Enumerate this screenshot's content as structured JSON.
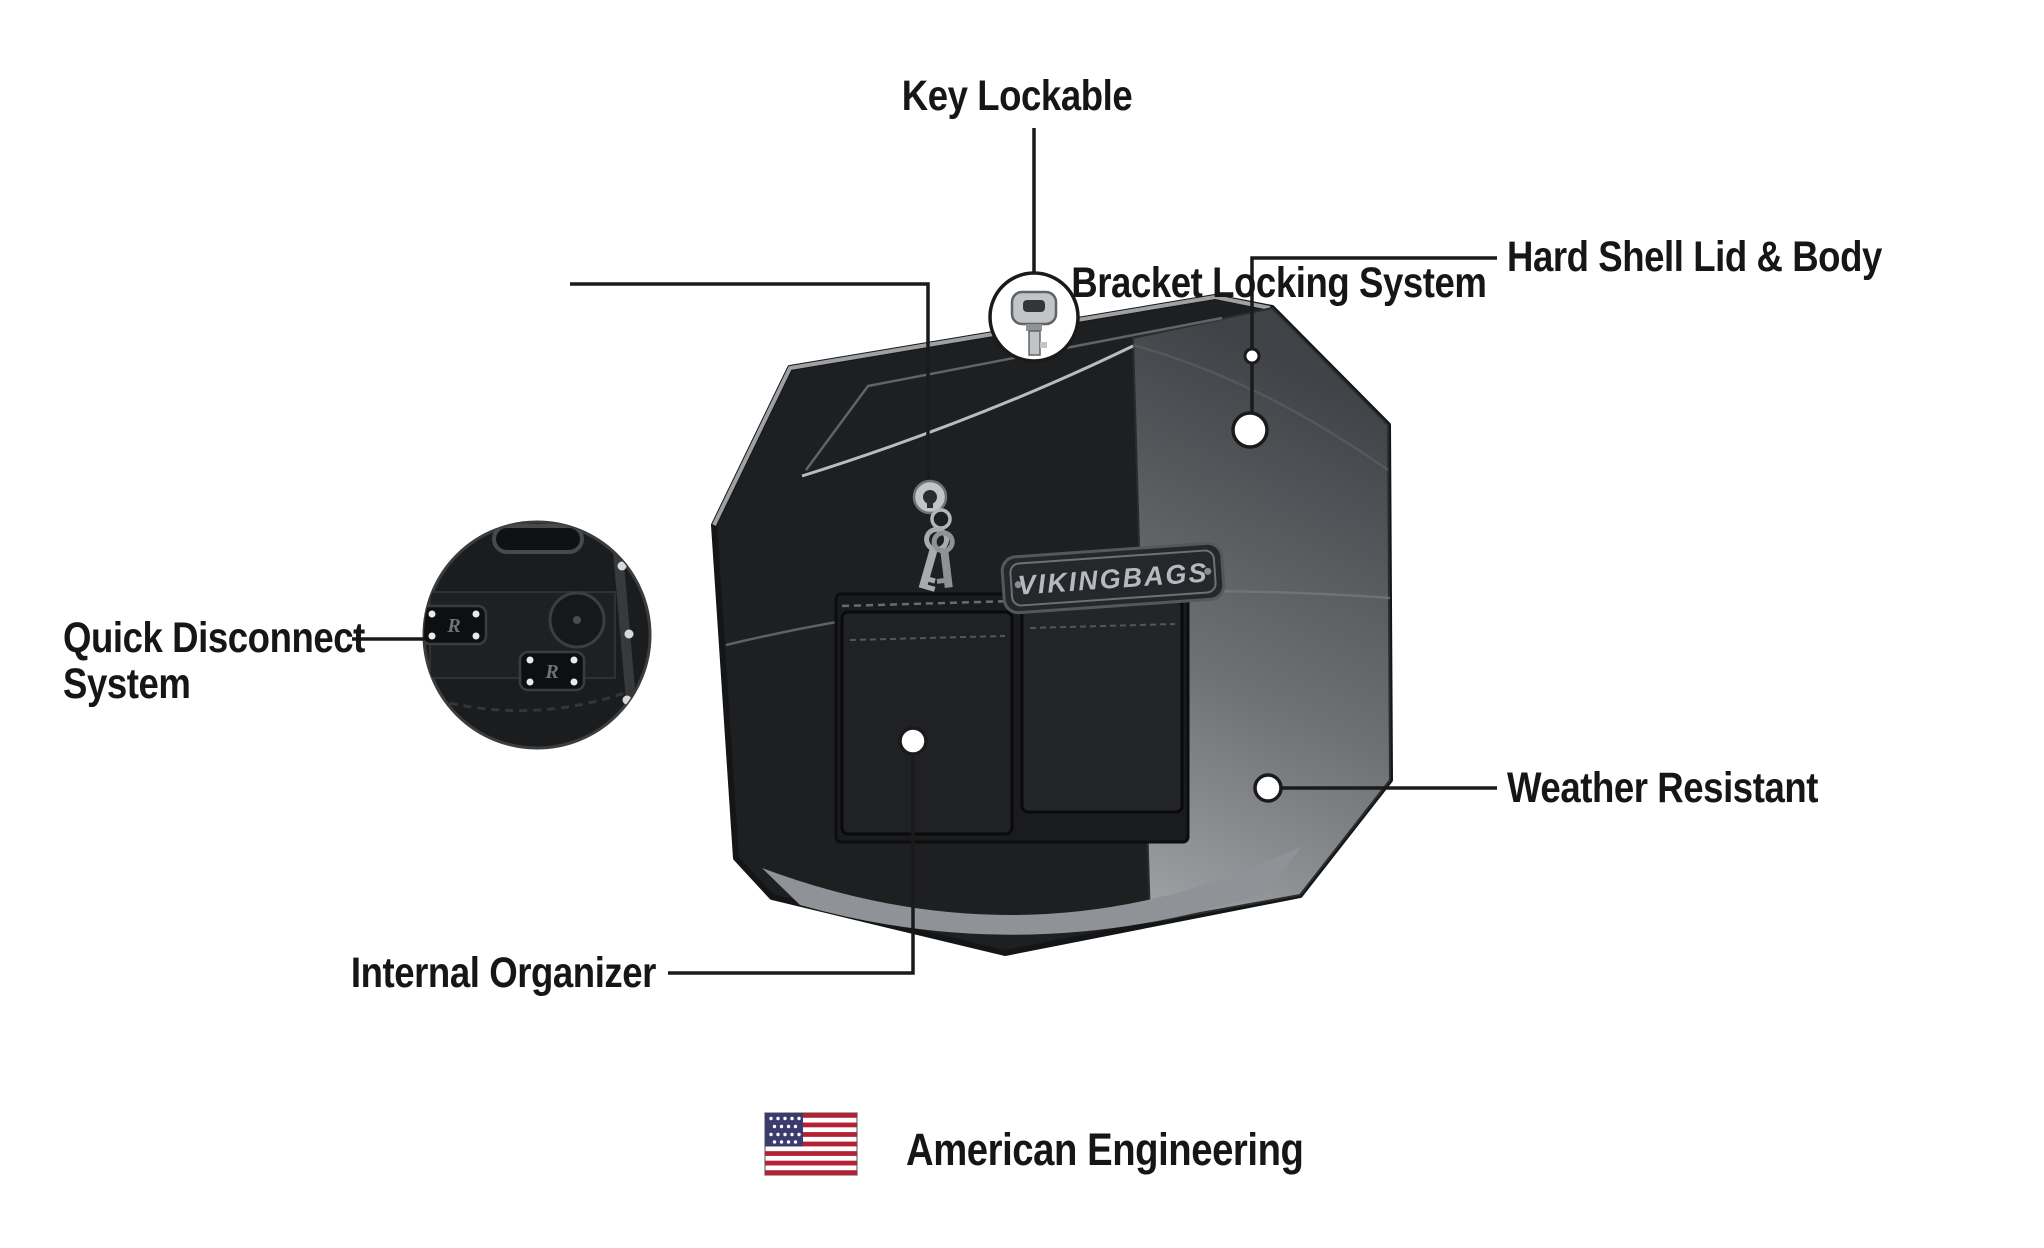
{
  "callouts": {
    "key_lockable": {
      "label": "Key Lockable"
    },
    "bracket_locking_system": {
      "label": "Bracket Locking System"
    },
    "hard_shell_lid_body": {
      "label": "Hard Shell Lid & Body"
    },
    "quick_disconnect_system": {
      "line1": "Quick Disconnect",
      "line2": "System"
    },
    "weather_resistant": {
      "label": "Weather Resistant"
    },
    "internal_organizer": {
      "label": "Internal Organizer"
    }
  },
  "branding": {
    "plate_text": "VIKINGBAGS"
  },
  "footer": {
    "label": "American Engineering",
    "flag_icon": "us-flag-icon"
  },
  "colors": {
    "label_text": "#161616",
    "callout_line": "#1a1a1a",
    "bag_body": "#1e1f21",
    "bag_interior_dark": "#43464a",
    "bag_interior_light": "#9b9ea1",
    "plate_metal": "#b6bac0",
    "flag_red": "#B22234",
    "flag_blue": "#3C3B6E"
  }
}
